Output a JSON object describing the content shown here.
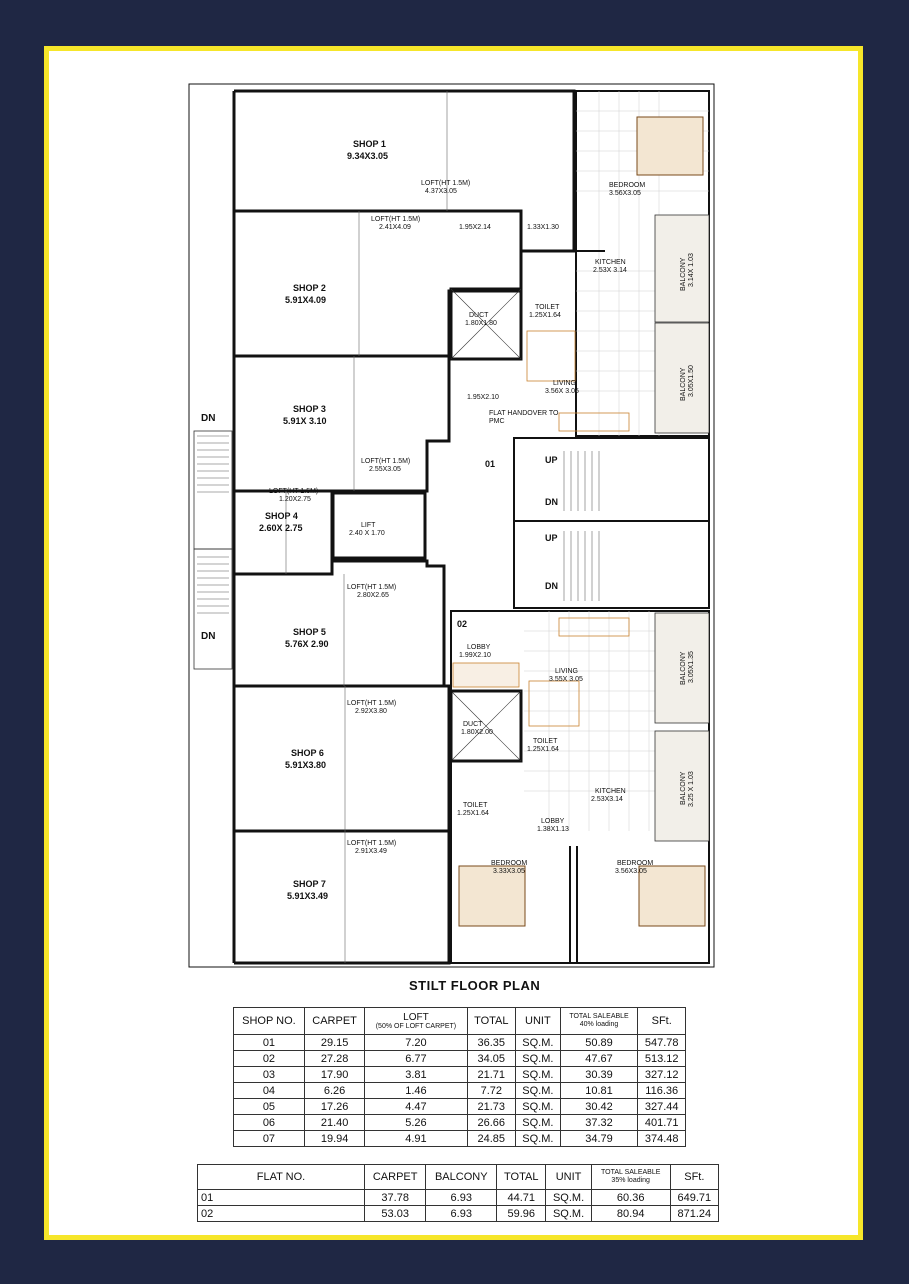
{
  "plan": {
    "title": "STILT FLOOR PLAN",
    "stair_left_top": "DN",
    "stair_left_bottom": "DN",
    "shops": [
      {
        "name": "SHOP 1",
        "size": "9.34X3.05"
      },
      {
        "name": "SHOP 2",
        "size": "5.91X4.09"
      },
      {
        "name": "SHOP 3",
        "size": "5.91X 3.10"
      },
      {
        "name": "SHOP 4",
        "size": "2.60X 2.75"
      },
      {
        "name": "SHOP 5",
        "size": "5.76X 2.90"
      },
      {
        "name": "SHOP 6",
        "size": "5.91X3.80"
      },
      {
        "name": "SHOP 7",
        "size": "5.91X3.49"
      }
    ],
    "lofts": [
      {
        "label": "LOFT(HT 1.5M)",
        "size": "4.37X3.05"
      },
      {
        "label": "LOFT(HT 1.5M)",
        "size": "2.41X4.09"
      },
      {
        "label": "LOFT(HT 1.5M)",
        "size": "2.55X3.05"
      },
      {
        "label": "LOFT(HT 1.5M)",
        "size": "1.20X2.75"
      },
      {
        "label": "LOFT(HT 1.5M)",
        "size": "2.80X2.65"
      },
      {
        "label": "LOFT(HT 1.5M)",
        "size": "2.92X3.80"
      },
      {
        "label": "LOFT(HT 1.5M)",
        "size": "2.91X3.49"
      }
    ],
    "misc": {
      "dim1": "1.95X2.14",
      "dim2": "1.33X1.30",
      "dim3": "1.95X2.10",
      "duct1_label": "DUCT",
      "duct1_size": "1.80X1.80",
      "duct2_label": "DUCT",
      "duct2_size": "1.80X2.00",
      "lift_label": "LIFT",
      "lift_size": "2.40 X 1.70",
      "handover": "FLAT HANDOVER TO",
      "handover2": "PMC",
      "flat1": "01",
      "flat2": "02",
      "up1": "UP",
      "dn1": "DN",
      "up2": "UP",
      "dn2": "DN"
    },
    "flat1_rooms": [
      {
        "name": "BEDROOM",
        "size": "3.56X3.05"
      },
      {
        "name": "KITCHEN",
        "size": "2.53X 3.14"
      },
      {
        "name": "BALCONY",
        "size": "3.14X 1.03"
      },
      {
        "name": "TOILET",
        "size": "1.25X1.64"
      },
      {
        "name": "BALCONY",
        "size": "3.05X1.50"
      },
      {
        "name": "LIVING",
        "size": "3.56X 3.05"
      }
    ],
    "flat2_rooms": [
      {
        "name": "LOBBY",
        "size": "1.99X2.10"
      },
      {
        "name": "LIVING",
        "size": "3.55X 3.05"
      },
      {
        "name": "BALCONY",
        "size": "3.05X1.35"
      },
      {
        "name": "TOILET",
        "size": "1.25X1.64"
      },
      {
        "name": "TOILET",
        "size": "1.25X1.64"
      },
      {
        "name": "KITCHEN",
        "size": "2.53X3.14"
      },
      {
        "name": "BALCONY",
        "size": "3.25 X 1.03"
      },
      {
        "name": "LOBBY",
        "size": "1.38X1.13"
      },
      {
        "name": "BEDROOM",
        "size": "3.33X3.05"
      },
      {
        "name": "BEDROOM",
        "size": "3.56X3.05"
      }
    ]
  },
  "shop_table": {
    "headers": [
      "SHOP NO.",
      "CARPET",
      "LOFT",
      "(50% OF LOFT CARPET)",
      "TOTAL",
      "UNIT",
      "TOTAL SALEABLE",
      "40% loading",
      "SFt."
    ],
    "rows": [
      [
        "01",
        "29.15",
        "7.20",
        "36.35",
        "SQ.M.",
        "50.89",
        "547.78"
      ],
      [
        "02",
        "27.28",
        "6.77",
        "34.05",
        "SQ.M.",
        "47.67",
        "513.12"
      ],
      [
        "03",
        "17.90",
        "3.81",
        "21.71",
        "SQ.M.",
        "30.39",
        "327.12"
      ],
      [
        "04",
        "6.26",
        "1.46",
        "7.72",
        "SQ.M.",
        "10.81",
        "116.36"
      ],
      [
        "05",
        "17.26",
        "4.47",
        "21.73",
        "SQ.M.",
        "30.42",
        "327.44"
      ],
      [
        "06",
        "21.40",
        "5.26",
        "26.66",
        "SQ.M.",
        "37.32",
        "401.71"
      ],
      [
        "07",
        "19.94",
        "4.91",
        "24.85",
        "SQ.M.",
        "34.79",
        "374.48"
      ]
    ]
  },
  "flat_table": {
    "headers": [
      "FLAT NO.",
      "CARPET",
      "BALCONY",
      "TOTAL",
      "UNIT",
      "TOTAL SALEABLE",
      "35% loading",
      "SFt."
    ],
    "rows": [
      [
        "01",
        "37.78",
        "6.93",
        "44.71",
        "SQ.M.",
        "60.36",
        "649.71"
      ],
      [
        "02",
        "53.03",
        "6.93",
        "59.96",
        "SQ.M.",
        "80.94",
        "871.24"
      ]
    ]
  }
}
